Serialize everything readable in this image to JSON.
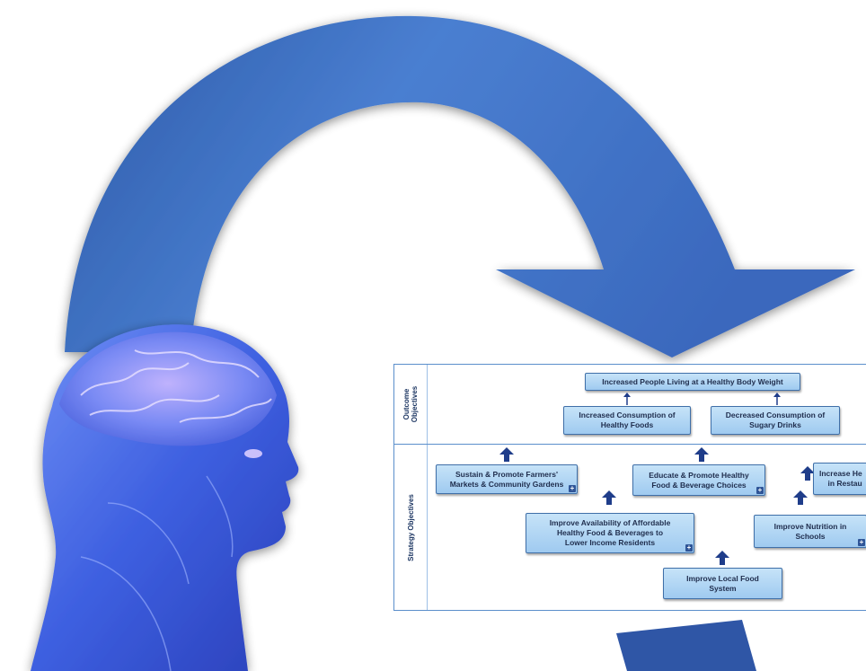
{
  "diagram": {
    "bands": {
      "outcome_label": "Outcome\nObjectives",
      "strategy_label": "Strategy Objectives"
    },
    "outcome_nodes": {
      "top": "Increased People Living at a Healthy Body Weight",
      "healthy_foods": "Increased Consumption of\nHealthy Foods",
      "sugary_drinks": "Decreased Consumption of\nSugary Drinks"
    },
    "strategy_nodes": {
      "farmers_markets": "Sustain & Promote Farmers'\nMarkets & Community Gardens",
      "educate": "Educate & Promote Healthy\nFood & Beverage Choices",
      "restaurants": "Increase He\nin Restau",
      "availability": "Improve Availability of Affordable\nHealthy Food & Beverages to\nLower Income Residents",
      "schools": "Improve Nutrition in\nSchools",
      "local_food": "Improve Local Food\nSystem"
    },
    "expand_marker": "+",
    "colors": {
      "arrow_blue": "#3f6fc1",
      "node_fill": "#b3d6f4",
      "node_border": "#3f6fa8",
      "panel_border": "#5b8fcb",
      "small_arrow": "#1f3d8a"
    },
    "icons": [
      "human-head-brain-icon",
      "curved-cycle-arrow-icon",
      "blue-wedge-arrow-icon"
    ]
  }
}
